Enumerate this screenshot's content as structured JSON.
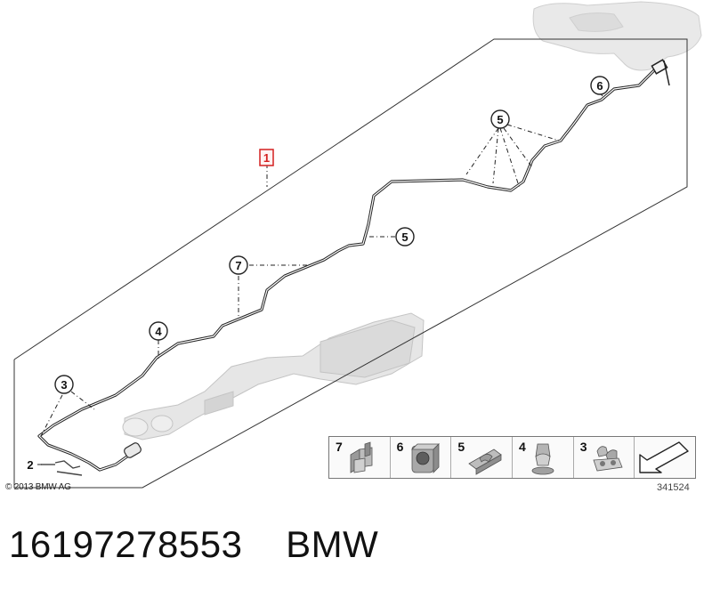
{
  "callouts": {
    "main_part": "1",
    "cable_lower": "2",
    "clip_left": "3",
    "clip_mid": "4",
    "clip_center": "5",
    "clip_top": "5",
    "hose_end": "6",
    "holder": "7"
  },
  "legend": {
    "items": [
      {
        "number": "7",
        "icon": "clip-holder-icon"
      },
      {
        "number": "6",
        "icon": "grommet-icon"
      },
      {
        "number": "5",
        "icon": "pipe-clip-icon"
      },
      {
        "number": "4",
        "icon": "push-clip-icon"
      },
      {
        "number": "3",
        "icon": "double-clip-icon"
      },
      {
        "number": "",
        "icon": "direction-arrow-icon"
      }
    ]
  },
  "copyright": "© 2013 BMW AG",
  "diagram_id": "341524",
  "caption": {
    "part_number": "16197278553",
    "brand": "BMW"
  },
  "colors": {
    "line": "#222222",
    "ghost_part": "#c8c8c8",
    "highlight_box": "#d42020"
  }
}
